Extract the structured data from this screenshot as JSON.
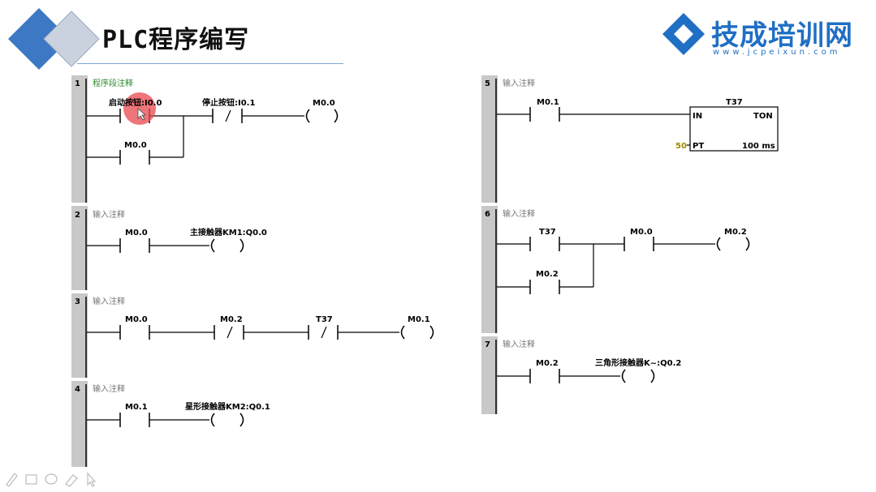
{
  "header": {
    "title": "PLC程序编写",
    "logo_text": "技成培训网",
    "logo_url": "www.jcpeixun.com"
  },
  "networks": [
    {
      "number": "1",
      "comment": "程序段注释",
      "contacts": [
        "启动按钮:I0.0",
        "停止按钮:I0.1",
        "M0.0"
      ],
      "coil": "M0.0"
    },
    {
      "number": "2",
      "comment": "输入注释",
      "contacts": [
        "M0.0"
      ],
      "coil": "主接触器KM1:Q0.0"
    },
    {
      "number": "3",
      "comment": "输入注释",
      "contacts": [
        "M0.0",
        "M0.2",
        "T37"
      ],
      "coil": "M0.1"
    },
    {
      "number": "4",
      "comment": "输入注释",
      "contacts": [
        "M0.1"
      ],
      "coil": "星形接触器KM2:Q0.1"
    },
    {
      "number": "5",
      "comment": "输入注释",
      "contacts": [
        "M0.1"
      ],
      "timer": {
        "name": "T37",
        "type": "TON",
        "in": "IN",
        "pt": "PT",
        "preset": "50",
        "base": "100 ms"
      }
    },
    {
      "number": "6",
      "comment": "输入注释",
      "contacts": [
        "T37",
        "M0.0",
        "M0.2"
      ],
      "coil": "M0.2"
    },
    {
      "number": "7",
      "comment": "输入注释",
      "contacts": [
        "M0.2"
      ],
      "coil": "三角形接触器K~:Q0.2"
    }
  ],
  "colors": {
    "accent": "#1f6fc4",
    "rail": "#c8c8c8",
    "highlight": "#e8474c",
    "preset": "#a08a00"
  },
  "toolbar": {
    "icons": [
      "pen-icon",
      "slide-icon",
      "shape-icon",
      "eraser-icon",
      "pointer-icon"
    ]
  }
}
